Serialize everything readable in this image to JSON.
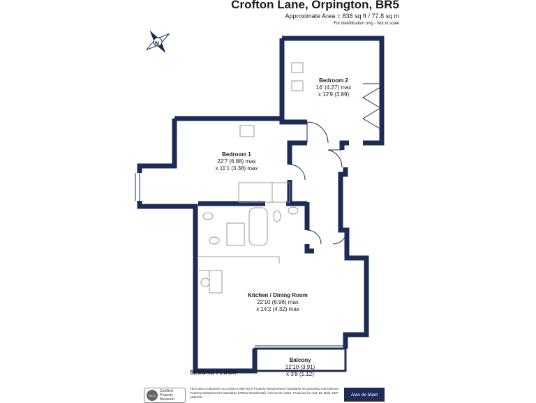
{
  "header": {
    "title": "Crofton Lane, Orpington, BR5",
    "area": "Approximate Area = 838 sq ft / 77.8 sq m",
    "note": "For identification only - Not to scale"
  },
  "compass": {
    "letter": "N"
  },
  "rooms": {
    "bedroom2": {
      "name": "Bedroom 2",
      "dim1": "14' (4.27) max",
      "dim2": "x 12'9 (3.89)"
    },
    "bedroom1": {
      "name": "Bedroom 1",
      "dim1": "22'7 (6.88) max",
      "dim2": "x 11'1 (3.38) max"
    },
    "kitchen": {
      "name": "Kitchen / Dining Room",
      "dim1": "22'10 (6.96) max",
      "dim2": "x 14'2 (4.32) max"
    },
    "balcony": {
      "name": "Balcony",
      "dim1": "12'10 (3.91)",
      "dim2": "x 3'8 (1.12)"
    }
  },
  "floor_label": "SECOND FLOOR",
  "footer": {
    "rics_badge": "RICS",
    "rics_line1": "Certified",
    "rics_line2": "Property",
    "rics_line3": "Measurer",
    "disclaimer": "Floor plan produced in accordance with RICS Property Measurement Standards incorporating International Property Measurement Standards (IPMS2 Residential). ©nichecom 2024. Produced for Alan De Maid.   REF: 1196549",
    "brand": "Alan de Maid"
  },
  "colors": {
    "wall": "#1d2c55",
    "fixture": "#9a9a9a"
  }
}
